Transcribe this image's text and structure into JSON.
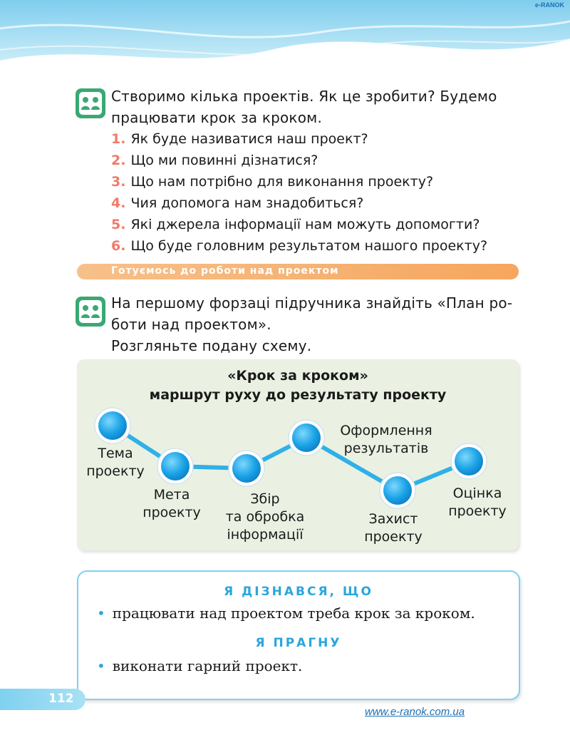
{
  "header": {
    "publisher_logo": "e-RANOK"
  },
  "intro": {
    "text": "Створимо кілька проектів. Як це зробити? Будемо працювати крок за кроком."
  },
  "questions": [
    {
      "num": "1.",
      "text": "Як буде називатися наш проект?"
    },
    {
      "num": "2.",
      "text": "Що ми повинні дізнатися?"
    },
    {
      "num": "3.",
      "text": "Що нам потрібно для виконання проекту?"
    },
    {
      "num": "4.",
      "text": "Чия допомога нам знадобиться?"
    },
    {
      "num": "5.",
      "text": "Які джерела інформації нам можуть допомогти?"
    },
    {
      "num": "6.",
      "text": "Що буде головним результатом нашого проекту?"
    }
  ],
  "section": {
    "title": "Готуємось до роботи над проектом"
  },
  "task": {
    "line1": "На першому форзаці підручника знайдіть «План ро-",
    "line2": "боти над проектом».",
    "line3": "Розгляньте подану схему."
  },
  "scheme": {
    "title_line1": "«Крок за кроком»",
    "title_line2": "маршрут руху до результату проекту",
    "stages": [
      {
        "line1": "Тема",
        "line2": "проекту",
        "line3": ""
      },
      {
        "line1": "Мета",
        "line2": "проекту",
        "line3": ""
      },
      {
        "line1": "Збір",
        "line2": "та обробка",
        "line3": "інформації"
      },
      {
        "line1": "Оформлення",
        "line2": "результатів",
        "line3": ""
      },
      {
        "line1": "Захист",
        "line2": "проекту",
        "line3": ""
      },
      {
        "line1": "Оцінка",
        "line2": "проекту",
        "line3": ""
      }
    ]
  },
  "learned": {
    "heading1": "Я ДІЗНАВСЯ, ЩО",
    "item1": "працювати над проектом треба крок за кроком.",
    "heading2": "Я ПРАГНУ",
    "item2": "виконати гарний проект."
  },
  "footer": {
    "page_number": "112",
    "website": "www.e-ranok.com.ua"
  },
  "colors": {
    "accent_blue": "#2aa6dc",
    "number_red": "#f07b6a",
    "section_orange": "#f6a65e",
    "scheme_bg": "#eaf1e2",
    "icon_green": "#3aa873"
  }
}
